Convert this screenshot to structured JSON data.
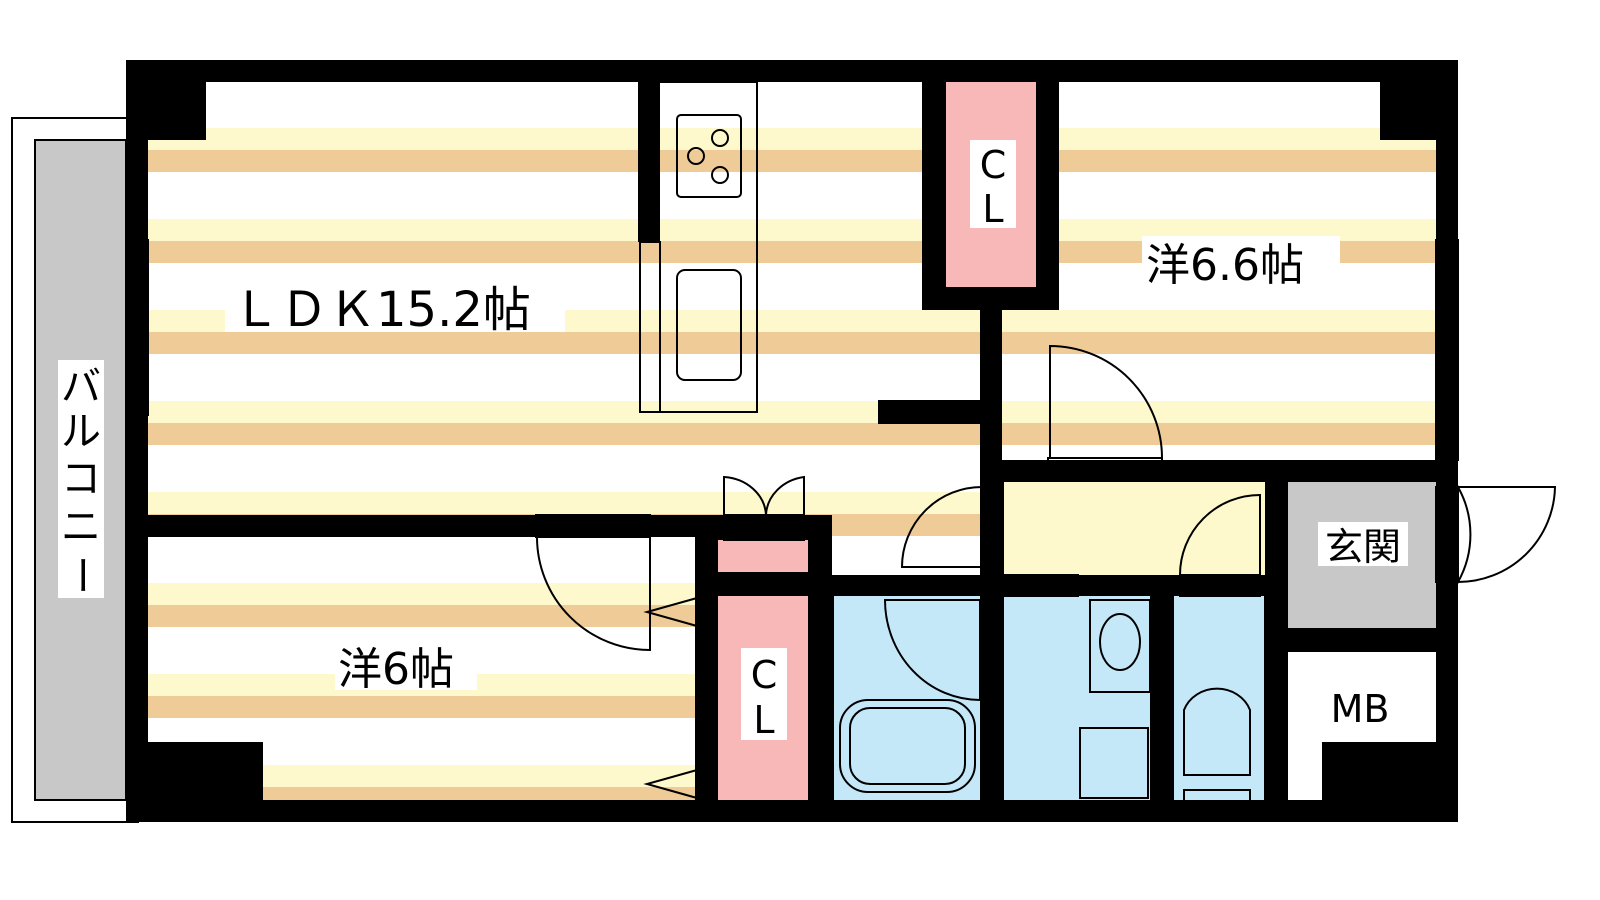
{
  "rooms": {
    "ldk": "ＬＤＫ15.2帖",
    "western_a": "洋6.6帖",
    "western_b": "洋6帖",
    "closet_a": [
      "C",
      "L"
    ],
    "closet_b": [
      "C",
      "L"
    ],
    "balcony": [
      "バ",
      "ル",
      "コ",
      "ニ",
      "ー"
    ],
    "entrance": "玄関",
    "meter_box": "MB"
  },
  "colors": {
    "floor_light": "#fef9cc",
    "floor_dark": "#efcc97",
    "closet": "#f8b8b8",
    "wet_area": "#c5e8f8",
    "entrance": "#c8c8c8",
    "balcony": "#c8c8c8",
    "wall": "#000000"
  }
}
